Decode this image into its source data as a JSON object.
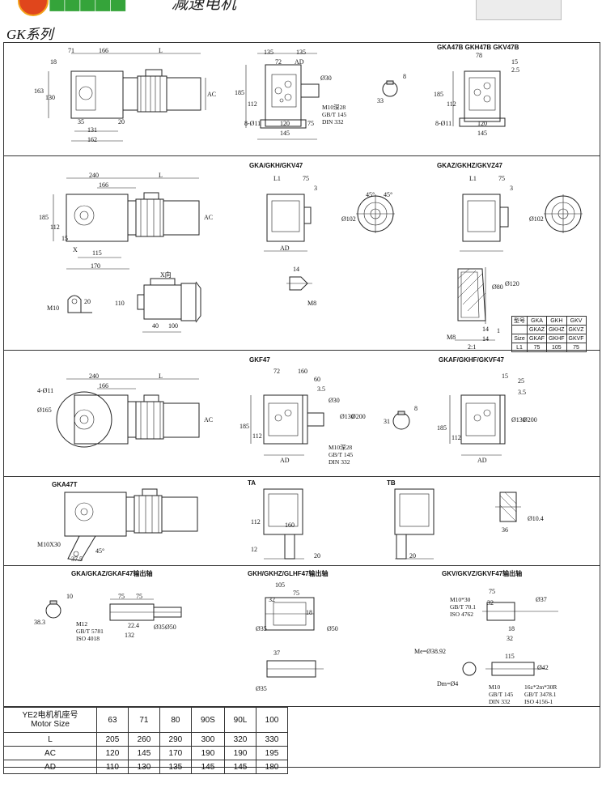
{
  "brand": {
    "banner_text": "减速电机",
    "series_title": "GK系列"
  },
  "sections": {
    "s1": {
      "view_b_label": "GKA47B GKH47B GKV47B",
      "dims": {
        "d71": "71",
        "d166": "166",
        "dL": "L",
        "d18": "18",
        "d163": "163",
        "d130": "130",
        "d35": "35",
        "d20": "20",
        "d131": "131",
        "d162": "162",
        "dAC": "AC",
        "d135a": "135",
        "d135b": "135",
        "d72": "72",
        "dAD": "AD",
        "d30": "Ø30",
        "d185": "185",
        "d112": "112",
        "d8011": "8-Ø11",
        "d120": "120",
        "d75": "75",
        "d145": "145",
        "d8": "8",
        "d33": "33",
        "d78": "78",
        "d15": "15",
        "d25": "2.5",
        "d185b": "185",
        "d112b": "112",
        "d8011b": "8-Ø11",
        "d120b": "120",
        "d145b": "145"
      },
      "note": [
        "M10深28",
        "GB/T 145",
        "DIN 332"
      ]
    },
    "s2": {
      "view_a_label": "GKA/GKH/GKV47",
      "view_b_label": "GKAZ/GKHZ/GKVZ47",
      "dims": {
        "d240": "240",
        "d166": "166",
        "dL": "L",
        "d185": "185",
        "d112": "112",
        "dX": "X",
        "d115": "115",
        "d170": "170",
        "dAC": "AC",
        "d15": "15",
        "dL1a": "L1",
        "d75a": "75",
        "d3a": "3",
        "dAD": "AD",
        "d102": "Ø102",
        "d45a": "45°",
        "d45b": "45°",
        "dL1b": "L1",
        "d75b": "75",
        "d3b": "3",
        "d102b": "Ø102",
        "dM10": "M10",
        "d20": "20",
        "d14": "14",
        "dXdir": "X向",
        "d110": "110",
        "d40": "40",
        "d100": "100",
        "d14b": "14",
        "dM8": "M8",
        "d80": "Ø80",
        "d120": "Ø120",
        "d21": "2:1",
        "d14c": "14",
        "d1": "1",
        "dM8b": "M8"
      }
    },
    "s3": {
      "view_a_label": "GKF47",
      "view_b_label": "GKAF/GKHF/GKVF47",
      "dims": {
        "d240": "240",
        "d166": "166",
        "dL": "L",
        "d4011": "4-Ø11",
        "d165": "Ø165",
        "dAC": "AC",
        "d72": "72",
        "d160": "160",
        "d60": "60",
        "d3": "3.5",
        "d30": "Ø30",
        "d130": "Ø130",
        "d200": "Ø200",
        "d185": "185",
        "d112": "112",
        "dAD": "AD",
        "d8": "8",
        "d31": "31",
        "d15": "15",
        "d25": "25",
        "d35b": "3.5",
        "d130b": "Ø130",
        "d200b": "Ø200",
        "d185b": "185",
        "d112b": "112",
        "dADb": "AD"
      },
      "note": [
        "M10深28",
        "GB/T 145",
        "DIN 332"
      ]
    },
    "s4": {
      "view_a_label": "GKA47T",
      "view_b_label": "TA",
      "view_c_label": "TB",
      "dims": {
        "dM10": "M10X30",
        "d45": "45°",
        "d375": "37.5",
        "d112": "112",
        "d160": "160",
        "d12": "12",
        "d20": "20",
        "d20b": "20",
        "d36": "36",
        "d104": "Ø10.4"
      }
    },
    "s5": {
      "view_a_label": "GKA/GKAZ/GKAF47输出轴",
      "view_b_label": "GKH/GKHZ/GLHF47输出轴",
      "view_c_label": "GKV/GKVZ/GKVF47输出轴",
      "dims": {
        "d10": "10",
        "d383": "38.3",
        "d75a": "75",
        "d75b": "75",
        "d224": "22.4",
        "d132": "132",
        "d35": "Ø35",
        "d50": "Ø50",
        "d105": "105",
        "d75c": "75",
        "d32": "32",
        "d18": "18",
        "d37": "37",
        "d50b": "Ø50",
        "d35b": "Ø35",
        "d35c": "Ø35",
        "d75d": "75",
        "d32b": "32",
        "d37b": "Ø37",
        "d18b": "18",
        "d32c": "32",
        "d115": "115",
        "d42": "Ø42",
        "dMe": "Me=Ø38.92",
        "dDm": "Dm=Ø4"
      },
      "note_a": [
        "M12",
        "GB/T 5781",
        "ISO 4018"
      ],
      "note_c1": [
        "M10*30",
        "GB/T 70.1",
        "ISO 4762"
      ],
      "note_c2": [
        "M10",
        "GB/T 145",
        "DIN 332"
      ],
      "note_c3": [
        "16z*2m*30R",
        "GB/T 3478.1",
        "ISO 4156-1"
      ]
    }
  },
  "size_table": {
    "rows": [
      [
        "型号",
        "GKA",
        "GKH",
        "GKV"
      ],
      [
        "",
        "GKAZ",
        "GKHZ",
        "GKVZ"
      ],
      [
        "Size",
        "GKAF",
        "GKHF",
        "GKVF"
      ],
      [
        "L1",
        "75",
        "105",
        "75"
      ]
    ]
  },
  "motor_table": {
    "header_line1": "YE2电机机座号",
    "header_line2": "Motor Size",
    "sizes": [
      "63",
      "71",
      "80",
      "90S",
      "90L",
      "100"
    ],
    "rows": [
      {
        "label": "L",
        "values": [
          "205",
          "260",
          "290",
          "300",
          "320",
          "330"
        ]
      },
      {
        "label": "AC",
        "values": [
          "120",
          "145",
          "170",
          "190",
          "190",
          "195"
        ]
      },
      {
        "label": "AD",
        "values": [
          "110",
          "130",
          "135",
          "145",
          "145",
          "180"
        ]
      }
    ]
  }
}
